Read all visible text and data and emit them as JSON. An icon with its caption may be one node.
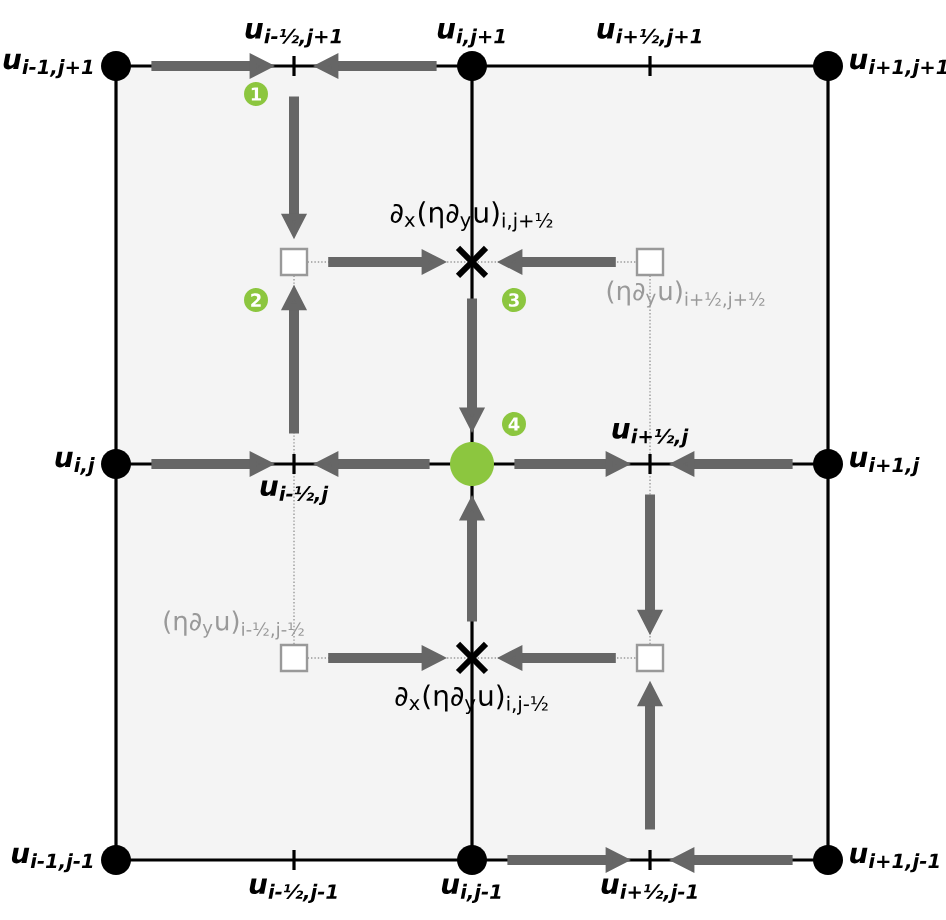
{
  "diagram": {
    "nodes": [
      {
        "text": [],
        "shape": "circle",
        "beside": [
          "u$_{i-1,j+1}$"
        ]
      },
      {
        "text": [],
        "shape": "tick",
        "beside": [
          "u$_{i-½,j+1}$"
        ]
      },
      {
        "text": [],
        "shape": "circle",
        "beside": [
          "u$_{i,j+1}$"
        ]
      },
      {
        "text": [],
        "shape": "tick",
        "beside": [
          "u$_{i+½,j+1}$"
        ]
      },
      {
        "text": [],
        "shape": "circle",
        "beside": [
          "u$_{i+1,j+1}$"
        ]
      },
      {
        "text": [],
        "shape": "box"
      },
      {
        "text": [],
        "shape": "cross",
        "beside": [
          "∂$_{x}$(η∂$_{y}$u)$_{i,j+½}$"
        ]
      },
      {
        "text": [],
        "shape": "box",
        "beside": [
          "(η∂$_{y}$u)$_{i+½,j+½}$"
        ]
      },
      {
        "text": [],
        "shape": "circle",
        "beside": [
          "u$_{i,j}$"
        ]
      },
      {
        "text": [],
        "shape": "tick",
        "beside": [
          "u$_{i-½,j}$"
        ]
      },
      {
        "text": [],
        "shape": "circle"
      },
      {
        "text": [],
        "shape": "tick",
        "beside": [
          "u$_{i+½,j}$"
        ]
      },
      {
        "text": [],
        "shape": "circle",
        "beside": [
          "u$_{i+1,j}$"
        ]
      },
      {
        "text": [],
        "shape": "box",
        "beside": [
          "(η∂$_{y}$u)$_{i-½,j-½}$"
        ]
      },
      {
        "text": [],
        "shape": "cross",
        "beside": [
          "∂$_{x}$(η∂$_{y}$u)$_{i,j-½}$"
        ]
      },
      {
        "text": [],
        "shape": "box"
      },
      {
        "text": [],
        "shape": "circle",
        "beside": [
          "u$_{i-1,j-1}$"
        ]
      },
      {
        "text": [],
        "shape": "tick",
        "beside": [
          "u$_{i-½,j-1}$"
        ]
      },
      {
        "text": [],
        "shape": "circle",
        "beside": [
          "u$_{i,j-1}$"
        ]
      },
      {
        "text": [],
        "shape": "tick",
        "beside": [
          "u$_{i+½,j-1}$"
        ]
      },
      {
        "text": [],
        "shape": "circle",
        "beside": [
          "u$_{i+1,j-1}$"
        ]
      }
    ],
    "edges": [
      {
        "from": 0,
        "to": 1,
        "arrow": "to"
      },
      {
        "from": 2,
        "to": 1,
        "arrow": "to"
      },
      {
        "from": 1,
        "to": 5,
        "arrow": "to"
      },
      {
        "from": 5,
        "to": 6,
        "arrow": "to"
      },
      {
        "from": 7,
        "to": 6,
        "arrow": "to"
      },
      {
        "from": 6,
        "to": 10,
        "arrow": "to"
      },
      {
        "from": 8,
        "to": 9,
        "arrow": "to"
      },
      {
        "from": 10,
        "to": 9,
        "arrow": "to"
      },
      {
        "from": 9,
        "to": 5,
        "arrow": "to"
      },
      {
        "from": 10,
        "to": 11,
        "arrow": "to"
      },
      {
        "from": 12,
        "to": 11,
        "arrow": "to"
      },
      {
        "from": 11,
        "to": 15,
        "arrow": "to"
      },
      {
        "from": 13,
        "to": 14,
        "arrow": "to"
      },
      {
        "from": 15,
        "to": 14,
        "arrow": "to"
      },
      {
        "from": 14,
        "to": 10,
        "arrow": "to"
      },
      {
        "from": 18,
        "to": 19,
        "arrow": "to"
      },
      {
        "from": 20,
        "to": 19,
        "arrow": "to"
      },
      {
        "from": 19,
        "to": 15,
        "arrow": "to"
      }
    ],
    "labels": [
      "1",
      "2",
      "3",
      "4"
    ]
  }
}
